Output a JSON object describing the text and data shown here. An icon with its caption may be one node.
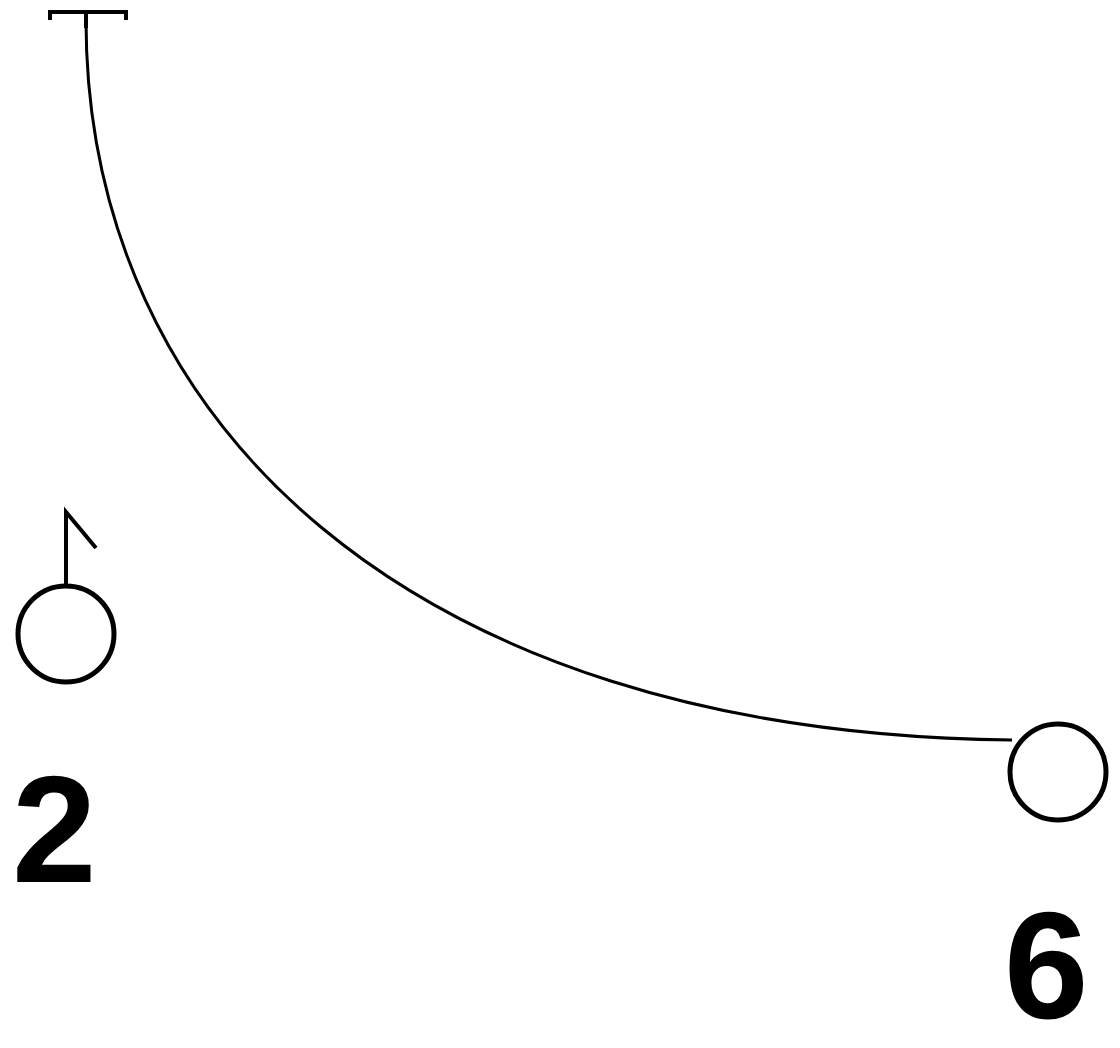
{
  "diagram": {
    "nodes": [
      {
        "text": [],
        "shape": "bar"
      },
      {
        "text": [],
        "shape": "circle",
        "beside": [
          "2"
        ]
      },
      {
        "text": [],
        "shape": "circle",
        "beside": [
          "6"
        ]
      }
    ],
    "edges": [
      {
        "from": 0,
        "to": 2,
        "arrow": "none"
      }
    ]
  }
}
